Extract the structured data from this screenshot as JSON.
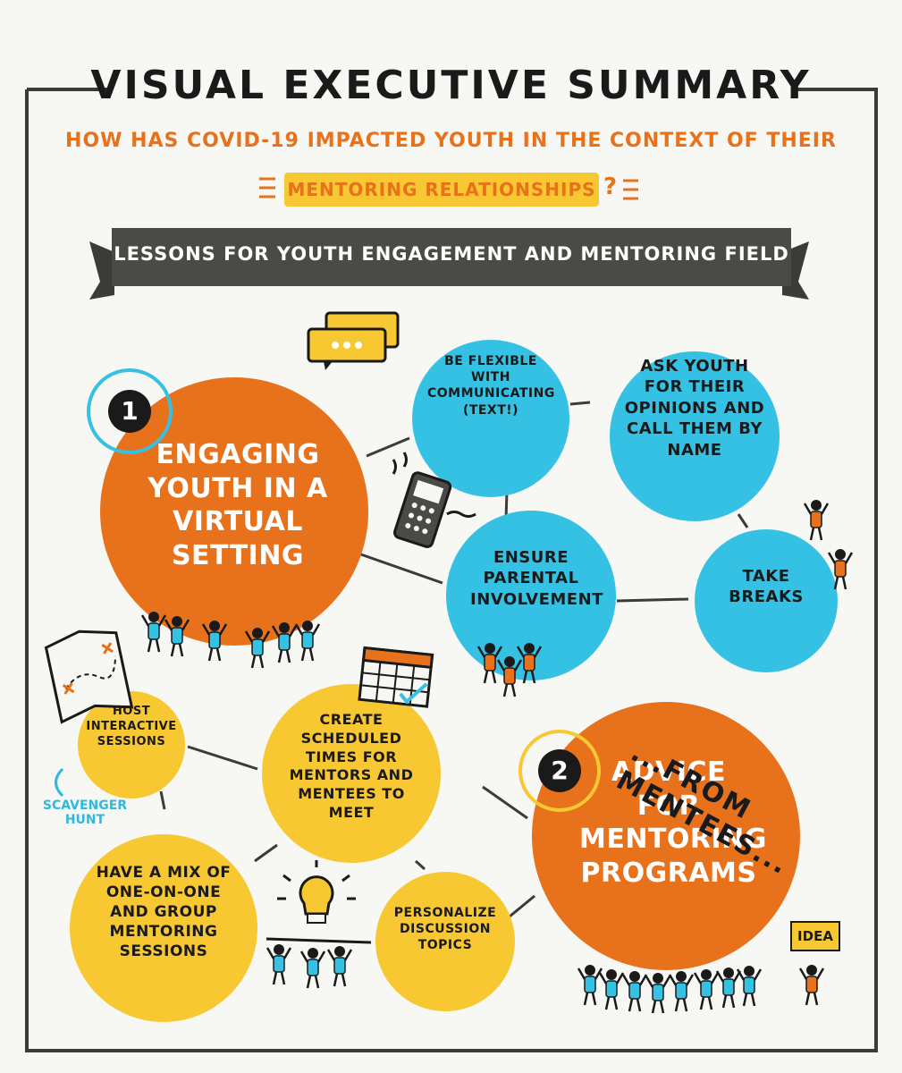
{
  "title": "VISUAL EXECUTIVE SUMMARY",
  "question_line1": "HOW HAS COVID-19 IMPACTED YOUTH IN THE CONTEXT OF THEIR",
  "question_highlight": "MENTORING RELATIONSHIPS",
  "question_mark": "?",
  "banner": "LESSONS FOR YOUTH ENGAGEMENT AND MENTORING FIELD",
  "colors": {
    "orange": "#e8711b",
    "blue": "#35c1e3",
    "yellow": "#f8c833",
    "dark": "#1a1a1a",
    "banner": "#3b3b38"
  },
  "section1": {
    "number": "1",
    "title": "ENGAGING YOUTH IN A VIRTUAL SETTING"
  },
  "blue_circles": {
    "flexible": "BE FLEXIBLE WITH COMMUNICATING (TEXT!)",
    "ask_youth": "ASK YOUTH FOR THEIR OPINIONS AND CALL THEM BY NAME",
    "parental": "ENSURE PARENTAL INVOLVEMENT",
    "breaks": "TAKE BREAKS"
  },
  "section2": {
    "number": "2",
    "title": "ADVICE FOR MENTORING PROGRAMS",
    "from_label": "...FROM MENTEES..."
  },
  "yellow_circles": {
    "host": "HOST INTERACTIVE SESSIONS",
    "schedule": "CREATE SCHEDULED TIMES FOR MENTORS AND MENTEES TO MEET",
    "mix": "HAVE A MIX OF ONE-ON-ONE AND GROUP MENTORING SESSIONS",
    "personalize": "PERSONALIZE DISCUSSION TOPICS"
  },
  "scavenger_note": "SCAVENGER HUNT",
  "idea_sign": "IDEA",
  "icons": [
    "chat-bubbles-icon",
    "phone-icon",
    "map-icon",
    "calendar-icon",
    "lightbulb-icon"
  ]
}
